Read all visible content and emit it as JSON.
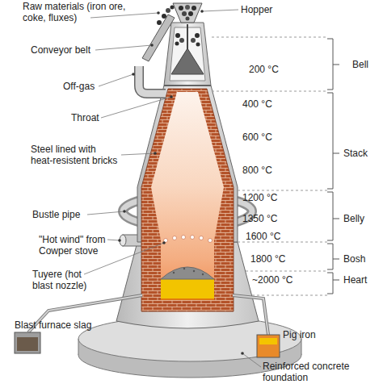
{
  "diagram": {
    "labels": [
      "Raw materials (iron ore, coke, fluxes)",
      "Hopper",
      "Conveyor belt",
      "200 °C",
      "Bell",
      "Off-gas",
      "400 °C",
      "Throat",
      "600 °C",
      "Stack",
      "Steel lined with heat-resistent bricks",
      "800 °C",
      "1200 °C",
      "Bustle pipe",
      "1350 °C",
      "Belly",
      "\"Hot wind\" from Cowper stove",
      "1600 °C",
      "Bosh",
      "1800 °C",
      "Tuyere (hot blast nozzle)",
      "~2000 °C",
      "Heart",
      "Blast furnace slag",
      "Pig iron",
      "Reinforced concrete foundation"
    ]
  }
}
